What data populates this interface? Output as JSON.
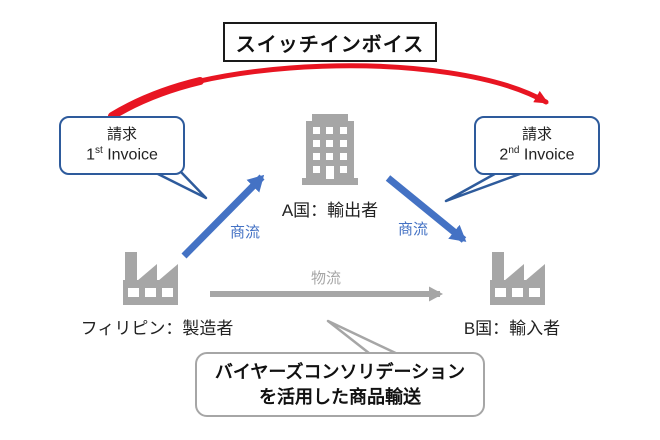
{
  "title": "スイッチインボイス",
  "colors": {
    "accent_blue": "#4472c4",
    "bubble_border_blue": "#2e5b9c",
    "arrow_red": "#e81522",
    "gray": "#a6a6a6",
    "text": "#1a1a1a"
  },
  "bubbles": {
    "first_invoice": {
      "line1": "請求",
      "num": "1",
      "ord": "st",
      "rest": " Invoice"
    },
    "second_invoice": {
      "line1": "請求",
      "num": "2",
      "ord": "nd",
      "rest": " Invoice"
    },
    "bottom": {
      "line1": "バイヤーズコンソリデーション",
      "line2": "を活用した商品輸送"
    }
  },
  "nodes": {
    "exporter": {
      "label": "A国：輸出者",
      "icon": "building-icon"
    },
    "manufacturer": {
      "label": "フィリピン：製造者",
      "icon": "factory-icon"
    },
    "importer": {
      "label": "B国：輸入者",
      "icon": "factory-icon"
    }
  },
  "flows": {
    "commercial_left": "商流",
    "commercial_right": "商流",
    "logistics": "物流"
  }
}
